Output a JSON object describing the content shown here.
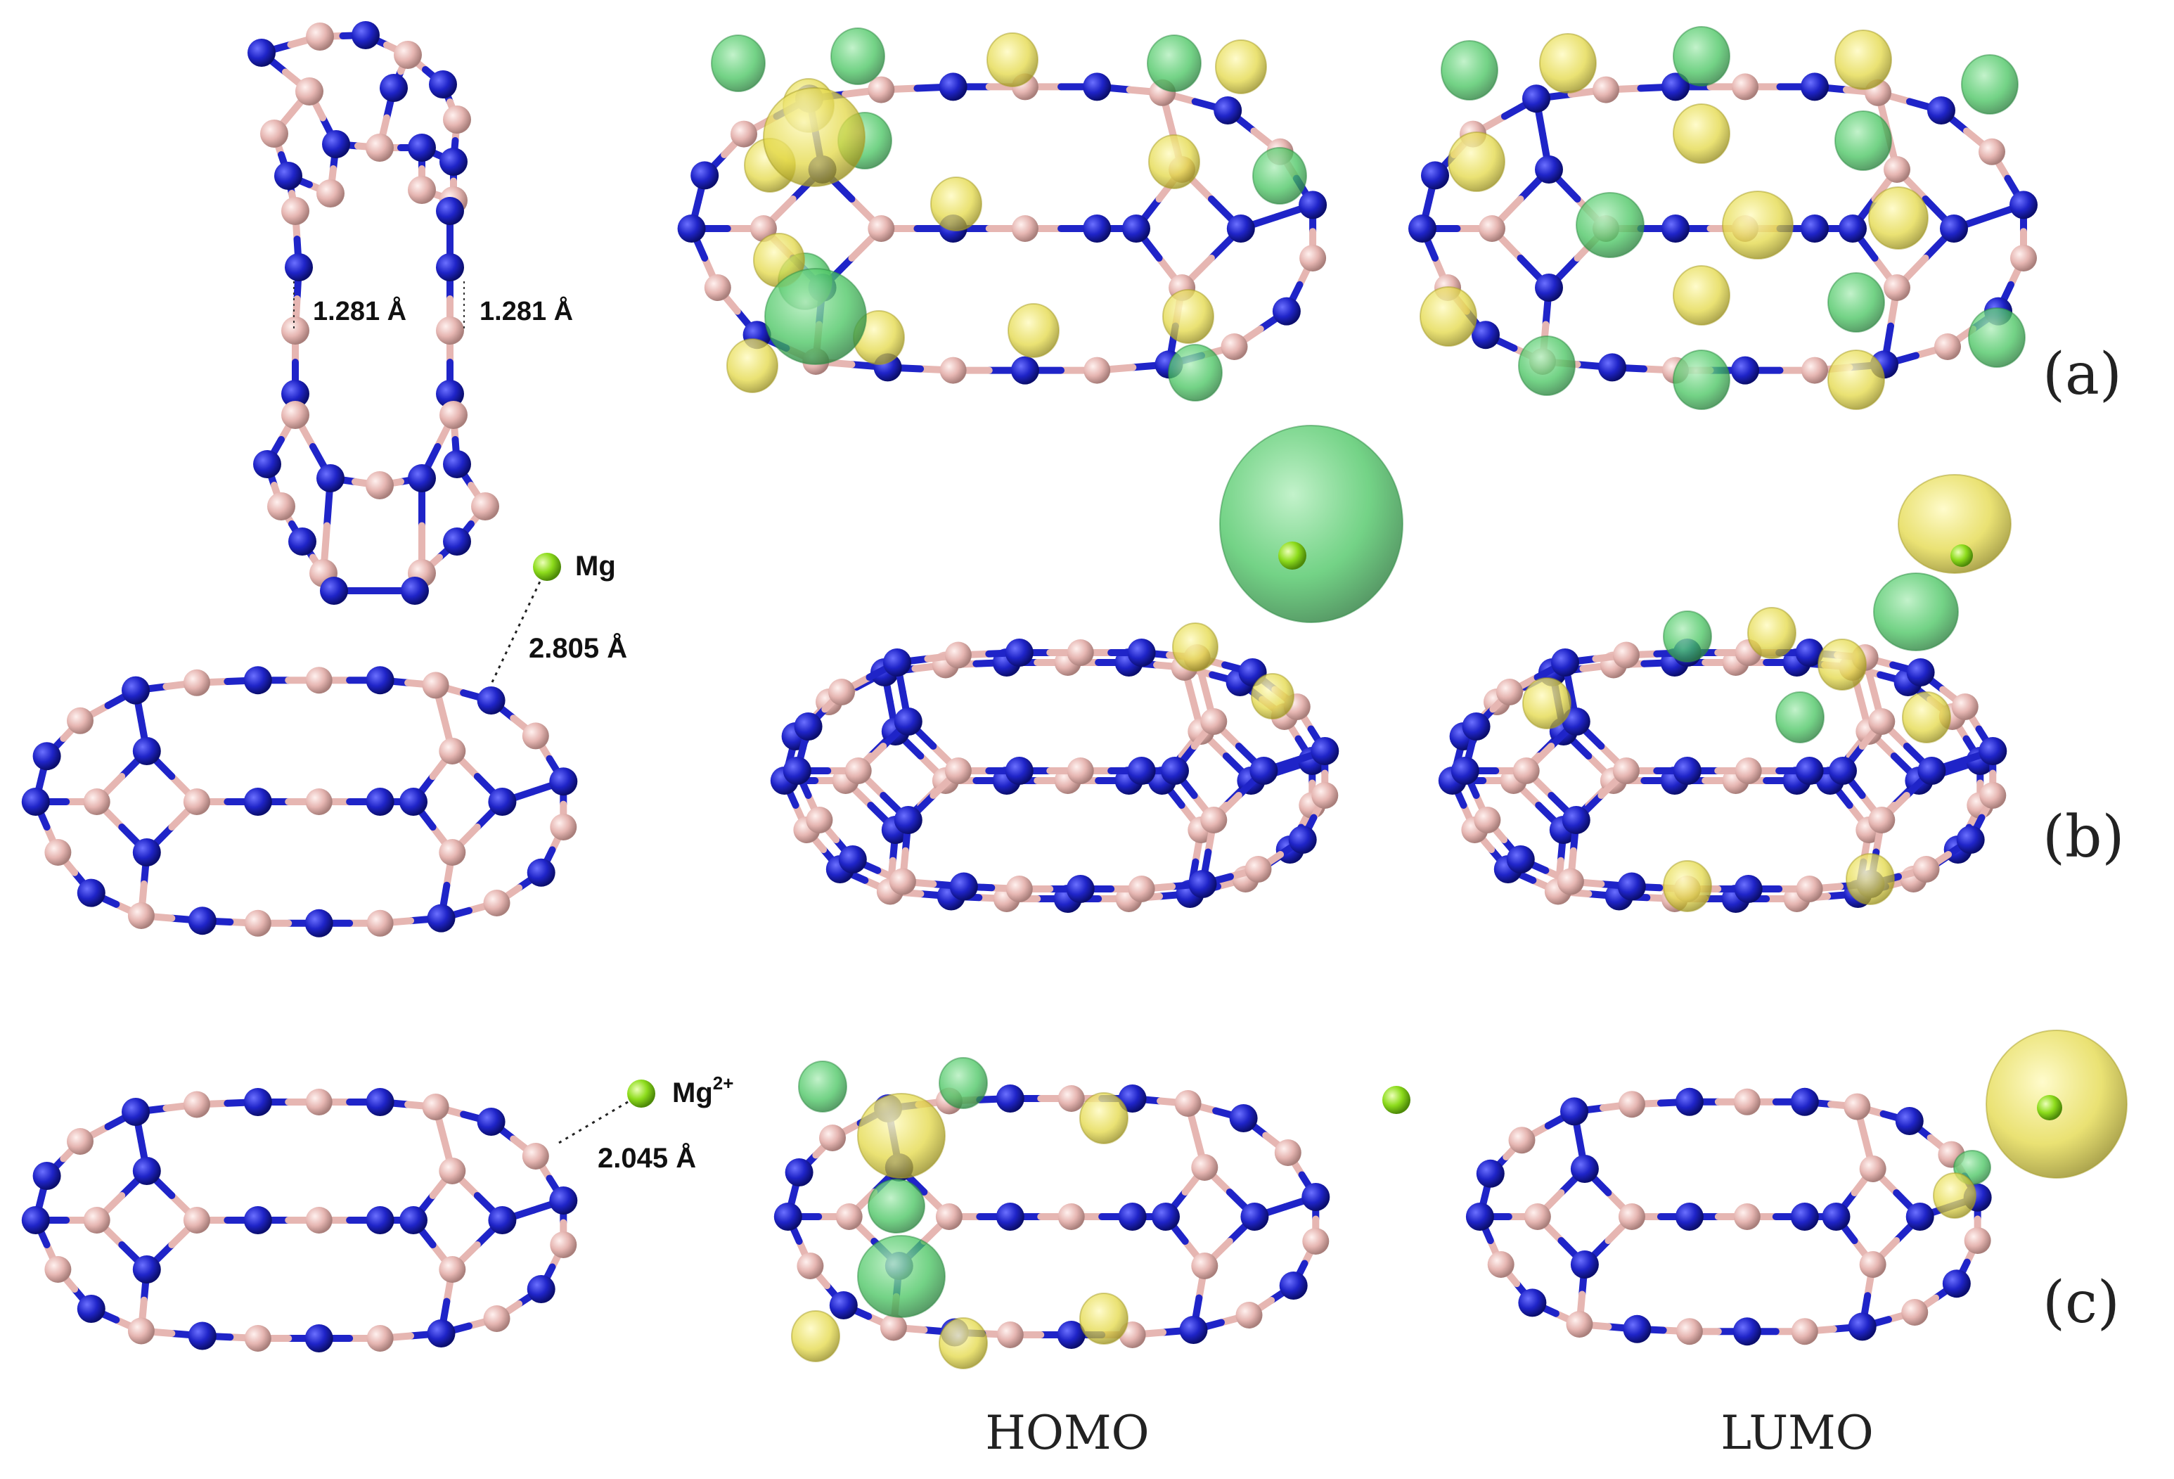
{
  "colors": {
    "nitrogen": "#1f24c8",
    "boron": "#e6b6b2",
    "magnesium": "#8ddc1c",
    "lobe_green": "#45c45e",
    "lobe_yellow": "#e3d845"
  },
  "labels": {
    "bond_left": "1.281 Å",
    "bond_right": "1.281 Å",
    "mg_b": "Mg",
    "dist_b": "2.805 Å",
    "mg_c_base": "Mg",
    "mg_c_sup": "2+",
    "dist_c": "2.045 Å",
    "panel_a": "(a)",
    "panel_b": "(b)",
    "panel_c": "(c)",
    "homo": "HOMO",
    "lumo": "LUMO"
  }
}
